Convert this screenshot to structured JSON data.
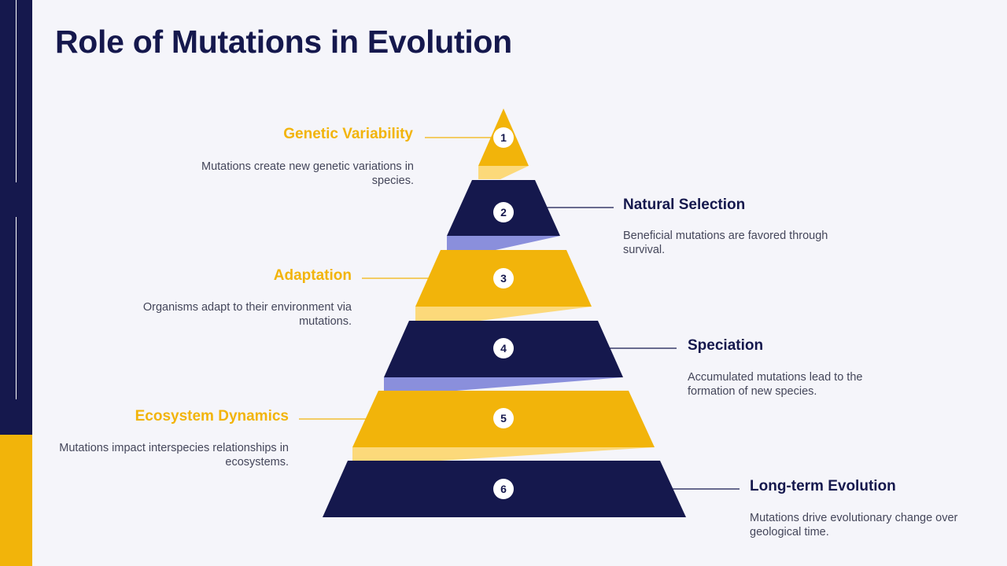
{
  "slide": {
    "title": "Role of Mutations in Evolution"
  },
  "colors": {
    "navy": "#15184d",
    "gold": "#f2b40a",
    "gold_shadow": "#fcd97a",
    "navy_shadow": "#8a8fdc",
    "background": "#f5f5fa",
    "body_text": "#44465a"
  },
  "tiers": [
    {
      "number": "1",
      "title": "Genetic Variability",
      "description": "Mutations create new genetic variations in species.",
      "side": "left",
      "color": "gold"
    },
    {
      "number": "2",
      "title": "Natural Selection",
      "description": "Beneficial mutations are favored through survival.",
      "side": "right",
      "color": "navy"
    },
    {
      "number": "3",
      "title": "Adaptation",
      "description": "Organisms adapt to their environment via mutations.",
      "side": "left",
      "color": "gold"
    },
    {
      "number": "4",
      "title": "Speciation",
      "description": "Accumulated mutations lead to the formation of new species.",
      "side": "right",
      "color": "navy"
    },
    {
      "number": "5",
      "title": "Ecosystem Dynamics",
      "description": "Mutations impact interspecies relationships in ecosystems.",
      "side": "left",
      "color": "gold"
    },
    {
      "number": "6",
      "title": "Long-term Evolution",
      "description": "Mutations drive evolutionary change over geological time.",
      "side": "right",
      "color": "navy"
    }
  ]
}
